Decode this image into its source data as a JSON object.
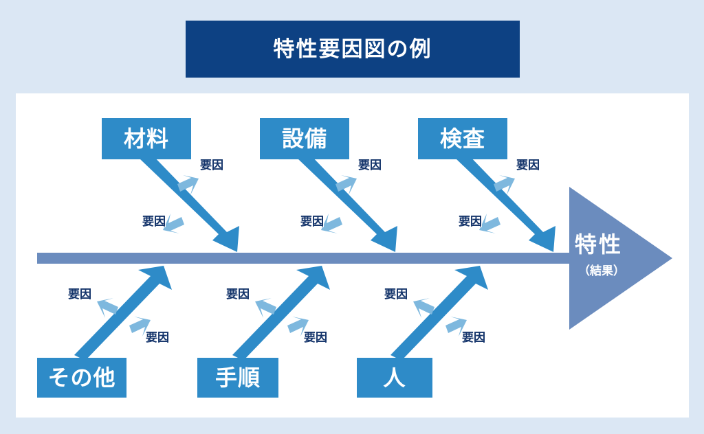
{
  "page": {
    "background_color": "#dbe7f4",
    "panel_color": "#ffffff"
  },
  "title": {
    "text": "特性要因図の例",
    "background_color": "#0d4183",
    "text_color": "#ffffff"
  },
  "diagram": {
    "type": "fishbone-ishikawa",
    "spine_color": "#6b8cbe",
    "bone_color": "#2e8bc8",
    "sub_arrow_color": "#7eb8de",
    "box_color": "#2e8bc8",
    "factor_text_color": "#15356b",
    "effect": {
      "main_label": "特性",
      "sub_label": "（結果）",
      "head_color": "#6b8cbe"
    },
    "factor_label": "要因",
    "categories_top": [
      {
        "label": "材料",
        "factors": [
          "要因",
          "要因"
        ]
      },
      {
        "label": "設備",
        "factors": [
          "要因",
          "要因"
        ]
      },
      {
        "label": "検査",
        "factors": [
          "要因",
          "要因"
        ]
      }
    ],
    "categories_bottom": [
      {
        "label": "その他",
        "factors": [
          "要因",
          "要因"
        ]
      },
      {
        "label": "手順",
        "factors": [
          "要因",
          "要因"
        ]
      },
      {
        "label": "人",
        "factors": [
          "要因",
          "要因"
        ]
      }
    ]
  },
  "labels": {
    "top": {
      "b0_f0": "要因",
      "b0_f1": "要因",
      "b1_f0": "要因",
      "b1_f1": "要因",
      "b2_f0": "要因",
      "b2_f1": "要因"
    },
    "bottom": {
      "b0_f0": "要因",
      "b0_f1": "要因",
      "b1_f0": "要因",
      "b1_f1": "要因",
      "b2_f0": "要因",
      "b2_f1": "要因"
    }
  }
}
